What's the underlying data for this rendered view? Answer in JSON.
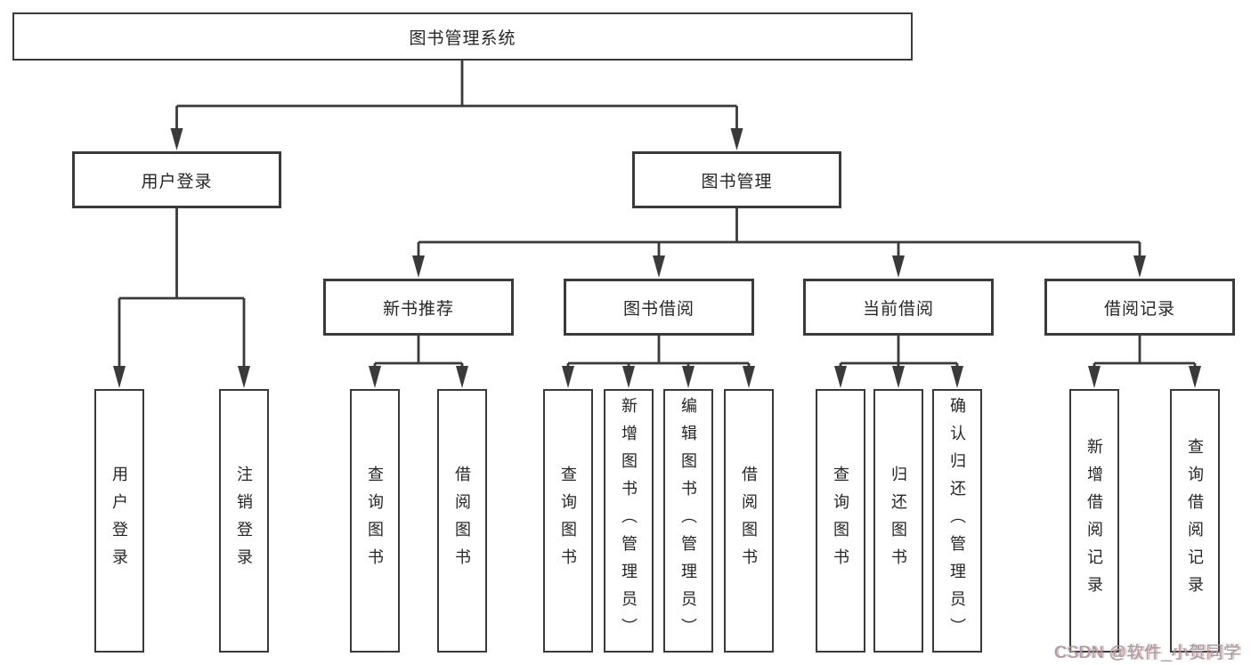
{
  "diagram": {
    "title": "图书管理系统",
    "colors": {
      "background": "#ffffff",
      "line": "#3a3a3a",
      "border": "#3a3a3a",
      "text": "#262626",
      "watermark": "#a39c9c"
    },
    "level2": [
      {
        "label": "用户登录"
      },
      {
        "label": "图书管理"
      }
    ],
    "level3": [
      {
        "label": "新书推荐",
        "parent": "图书管理"
      },
      {
        "label": "图书借阅",
        "parent": "图书管理"
      },
      {
        "label": "当前借阅",
        "parent": "图书管理"
      },
      {
        "label": "借阅记录",
        "parent": "图书管理"
      }
    ],
    "leaves": [
      {
        "label": "用户登录",
        "parent": "用户登录"
      },
      {
        "label": "注销登录",
        "parent": "用户登录"
      },
      {
        "label": "查询图书",
        "parent": "新书推荐"
      },
      {
        "label": "借阅图书",
        "parent": "新书推荐"
      },
      {
        "label": "查询图书",
        "parent": "图书借阅"
      },
      {
        "label": "新增图书（管理员）",
        "parent": "图书借阅"
      },
      {
        "label": "编辑图书（管理员）",
        "parent": "图书借阅"
      },
      {
        "label": "借阅图书",
        "parent": "图书借阅"
      },
      {
        "label": "查询图书",
        "parent": "当前借阅"
      },
      {
        "label": "归还图书",
        "parent": "当前借阅"
      },
      {
        "label": "确认归还（管理员）",
        "parent": "当前借阅"
      },
      {
        "label": "新增借阅记录",
        "parent": "借阅记录"
      },
      {
        "label": "查询借阅记录",
        "parent": "借阅记录"
      }
    ]
  },
  "watermark": {
    "text": "CSDN @软件_小贺同学"
  }
}
